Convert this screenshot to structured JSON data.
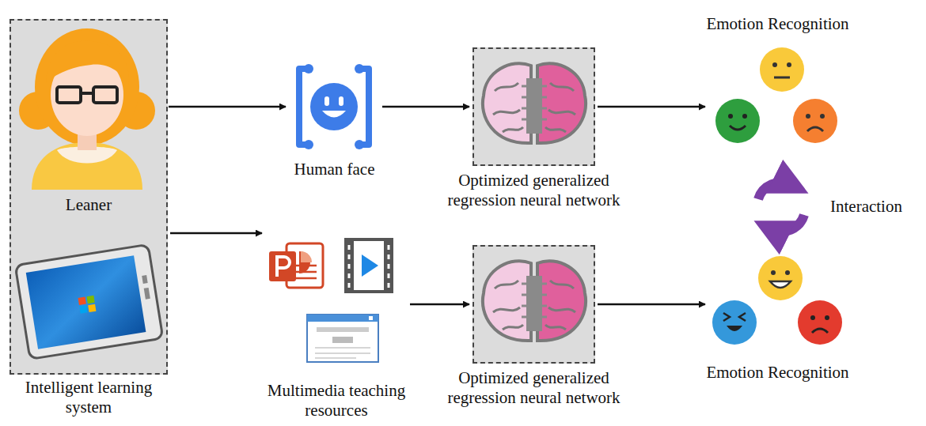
{
  "diagram": {
    "nodes": [
      {
        "text": [
          "Intelligent learning system"
        ]
      },
      {
        "text": [
          "Leaner"
        ],
        "in": 0
      },
      {
        "text": [
          "Human face"
        ]
      },
      {
        "text": [
          "Optimized generalized regression neural network"
        ]
      },
      {
        "text": [
          "Emotion Recognition"
        ]
      },
      {
        "text": [
          "Multimedia teaching resources"
        ]
      },
      {
        "text": [
          "Optimized generalized regression neural network"
        ]
      },
      {
        "text": [
          "Emotion Recognition"
        ]
      }
    ],
    "edges": [
      {
        "from": 1,
        "to": 2,
        "arrow": "to"
      },
      {
        "from": 2,
        "to": 3,
        "arrow": "to"
      },
      {
        "from": 3,
        "to": 4,
        "arrow": "to"
      },
      {
        "from": 0,
        "to": 5,
        "arrow": "to"
      },
      {
        "from": 5,
        "to": 6,
        "arrow": "to"
      },
      {
        "from": 6,
        "to": 7,
        "arrow": "to"
      }
    ],
    "labels": [
      "Interaction"
    ]
  }
}
